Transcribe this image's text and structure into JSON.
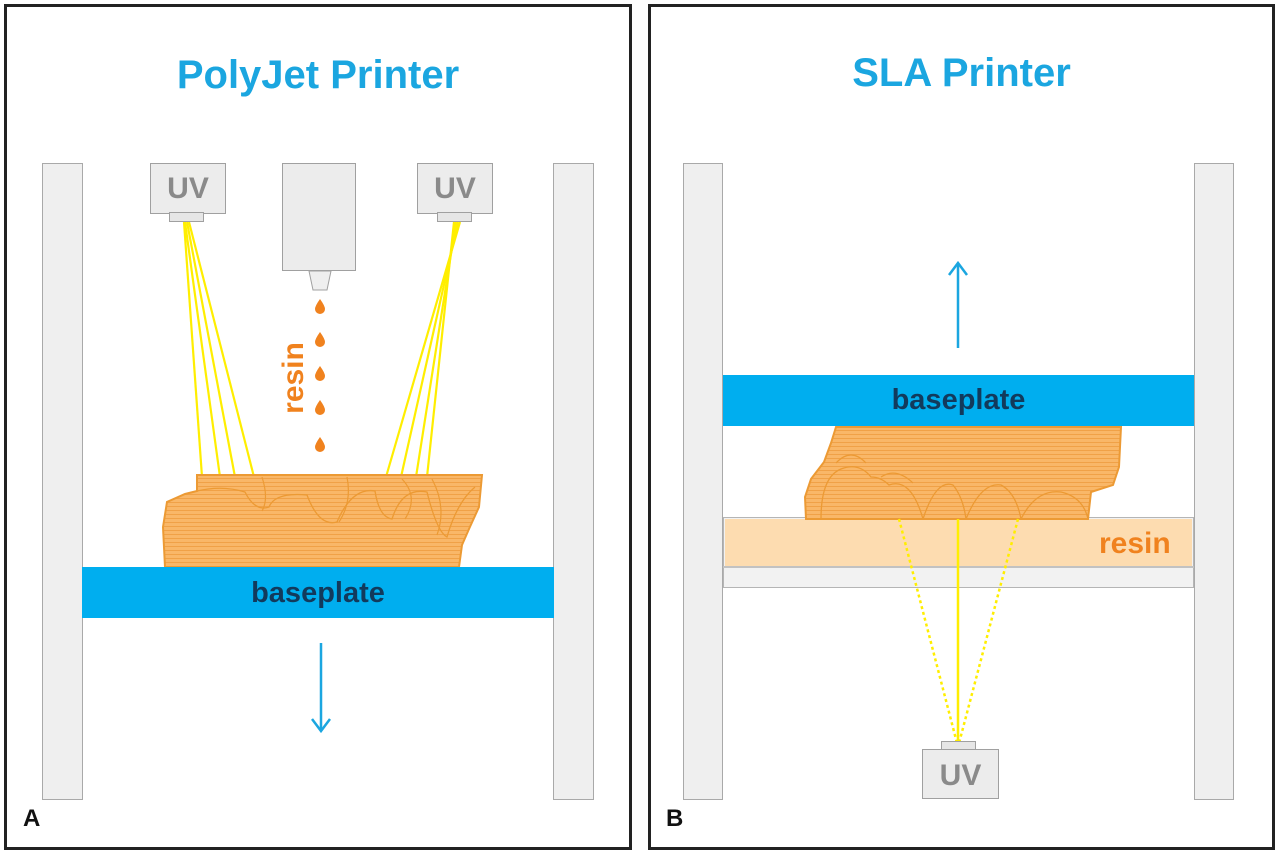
{
  "panels": {
    "a": {
      "title": "PolyJet Printer",
      "corner_label": "A",
      "uv_left_label": "UV",
      "uv_right_label": "UV",
      "resin_label": "resin",
      "baseplate_label": "baseplate",
      "baseplate_motion": "down"
    },
    "b": {
      "title": "SLA Printer",
      "corner_label": "B",
      "uv_label": "UV",
      "resin_label": "resin",
      "baseplate_label": "baseplate",
      "baseplate_motion": "up"
    }
  },
  "colors": {
    "title": "#1ba6e0",
    "baseplate": "#00aeef",
    "baseplate_text": "#123a5c",
    "resin": "#f0821e",
    "model_fill": "#f9b768",
    "model_stroke": "#ec9a34",
    "uv_light": "#ffee00",
    "resin_vat": "#fddcb0",
    "arrow": "#1ba6e0",
    "pillar": "#efefef"
  },
  "icons": {
    "down_arrow": "down-arrow-icon",
    "up_arrow": "up-arrow-icon",
    "resin_drop": "droplet-icon"
  }
}
